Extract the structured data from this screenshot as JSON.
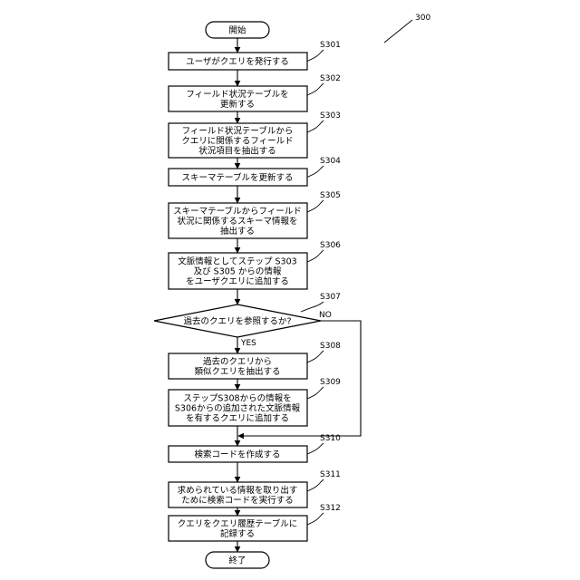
{
  "figure_label": "300",
  "terminals": {
    "start": "開始",
    "end": "終了"
  },
  "steps": [
    {
      "id": "S301",
      "lines": [
        "ユーザがクエリを発行する"
      ]
    },
    {
      "id": "S302",
      "lines": [
        "フィールド状況テーブルを",
        "更新する"
      ]
    },
    {
      "id": "S303",
      "lines": [
        "フィールド状況テーブルから",
        "クエリに関係するフィールド",
        "状況項目を抽出する"
      ]
    },
    {
      "id": "S304",
      "lines": [
        "スキーマテーブルを更新する"
      ]
    },
    {
      "id": "S305",
      "lines": [
        "スキーマテーブルからフィールド",
        "状況に関係するスキーマ情報を",
        "抽出する"
      ]
    },
    {
      "id": "S306",
      "lines": [
        "文脈情報としてステップ S303",
        "及び S305 からの情報",
        "をユーザクエリに追加する"
      ]
    },
    {
      "id": "S307",
      "lines": [
        "過去のクエリを参照するか?"
      ]
    },
    {
      "id": "S308",
      "lines": [
        "過去のクエリから",
        "類似クエリを抽出する"
      ]
    },
    {
      "id": "S309",
      "lines": [
        "ステップS308からの情報を",
        "S306からの追加された文脈情報",
        "を有するクエリに追加する"
      ]
    },
    {
      "id": "S310",
      "lines": [
        "検索コードを作成する"
      ]
    },
    {
      "id": "S311",
      "lines": [
        "求められている情報を取り出す",
        "ために検索コードを実行する"
      ]
    },
    {
      "id": "S312",
      "lines": [
        "クエリをクエリ履歴テーブルに",
        "記録する"
      ]
    }
  ],
  "branches": {
    "yes": "YES",
    "no": "NO"
  }
}
